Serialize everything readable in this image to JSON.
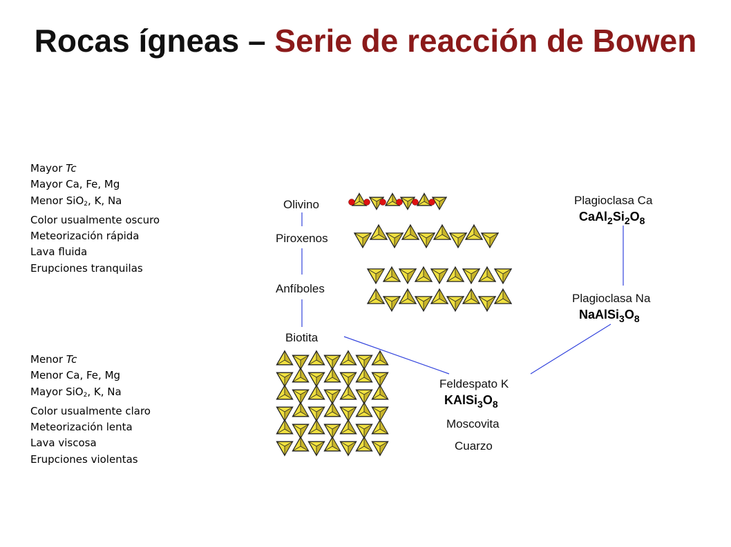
{
  "title": {
    "main": "Rocas ígneas – ",
    "accent": "Serie de reacción de Bowen"
  },
  "properties_top": {
    "line1_prefix": "Mayor ",
    "line1_italic": "Tc",
    "line2": "Mayor Ca, Fe, Mg",
    "line3_prefix": "Menor SiO",
    "line3_sub": "2",
    "line3_suffix": ", K, Na",
    "line4": "Color usualmente oscuro",
    "line5": "Meteorización rápida",
    "line6": "Lava fluida",
    "line7": "Erupciones tranquilas"
  },
  "properties_bottom": {
    "line1_prefix": "Menor ",
    "line1_italic": "Tc",
    "line2": "Menor Ca, Fe, Mg",
    "line3_prefix": "Mayor SiO",
    "line3_sub": "2",
    "line3_suffix": ", K, Na",
    "line4": "Color usualmente claro",
    "line5": "Meteorización lenta",
    "line6": "Lava viscosa",
    "line7": "Erupciones violentas"
  },
  "discontinuous": {
    "olivino": "Olivino",
    "piroxenos": "Piroxenos",
    "anfiboles": "Anfíboles",
    "biotita": "Biotita"
  },
  "continuous": {
    "plag_ca": "Plagioclasa Ca",
    "plag_ca_formula": {
      "a": "CaAl",
      "b": "2",
      "c": "Si",
      "d": "2",
      "e": "O",
      "f": "8"
    },
    "plag_na": "Plagioclasa Na",
    "plag_na_formula": {
      "a": "NaAlSi",
      "b": "3",
      "c": "O",
      "d": "8"
    }
  },
  "final": {
    "feldespato": "Feldespato K",
    "feldespato_formula": {
      "a": "KAlSi",
      "b": "3",
      "c": "O",
      "d": "8"
    },
    "moscovita": "Moscovita",
    "cuarzo": "Cuarzo"
  },
  "colors": {
    "accent": "#8b1a1a",
    "line": "#3344dd",
    "tetra": "#f0e040",
    "tetra_edge": "#222222",
    "oxygen": "#dd1111"
  }
}
